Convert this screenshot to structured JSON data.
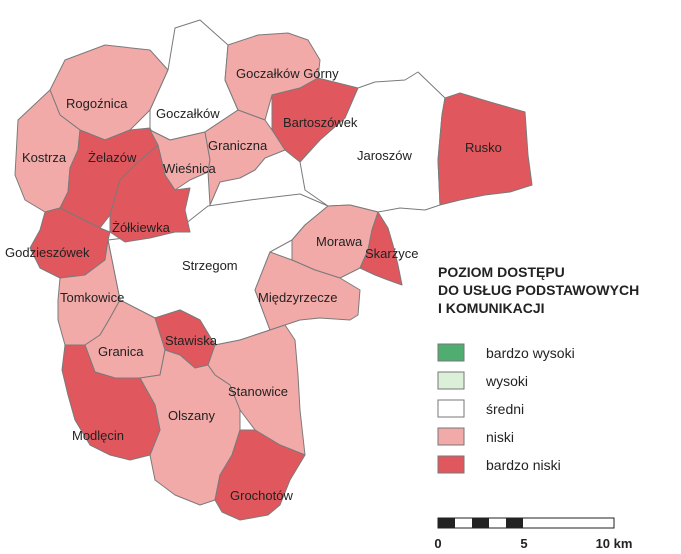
{
  "colors": {
    "bardzo_wysoki": "#4fad72",
    "wysoki": "#dcefd8",
    "sredni": "#ffffff",
    "niski": "#f2aaa8",
    "bardzo_niski": "#e0585e",
    "border": "#7a7a7a"
  },
  "regions": {
    "rogoznica": {
      "name": "Rogoźnica",
      "level": "niski"
    },
    "goczalkow": {
      "name": "Goczałków",
      "level": "sredni"
    },
    "goczalkow_gorny": {
      "name": "Goczałków Górny",
      "level": "niski"
    },
    "bartoszowek": {
      "name": "Bartoszówek",
      "level": "bardzo_niski"
    },
    "jaroszow": {
      "name": "Jaroszów",
      "level": "sredni"
    },
    "rusko": {
      "name": "Rusko",
      "level": "bardzo_niski"
    },
    "kostrza": {
      "name": "Kostrza",
      "level": "niski"
    },
    "zelazow": {
      "name": "Żelazów",
      "level": "bardzo_niski"
    },
    "wiesnica": {
      "name": "Wieśnica",
      "level": "niski"
    },
    "graniczna": {
      "name": "Graniczna",
      "level": "niski"
    },
    "zolkiewka": {
      "name": "Żółkiewka",
      "level": "bardzo_niski"
    },
    "godzieszowek": {
      "name": "Godzieszówek",
      "level": "bardzo_niski"
    },
    "strzegom": {
      "name": "Strzegom",
      "level": "sredni"
    },
    "morawa": {
      "name": "Morawa",
      "level": "niski"
    },
    "skarzyce": {
      "name": "Skarżyce",
      "level": "bardzo_niski"
    },
    "tomkowice": {
      "name": "Tomkowice",
      "level": "niski"
    },
    "miedzyrzecze": {
      "name": "Międzyrzecze",
      "level": "niski"
    },
    "stawiska": {
      "name": "Stawiska",
      "level": "bardzo_niski"
    },
    "granica": {
      "name": "Granica",
      "level": "niski"
    },
    "stanowice": {
      "name": "Stanowice",
      "level": "niski"
    },
    "olszany": {
      "name": "Olszany",
      "level": "niski"
    },
    "modlecin": {
      "name": "Modlęcin",
      "level": "bardzo_niski"
    },
    "grochotow": {
      "name": "Grochotów",
      "level": "bardzo_niski"
    }
  },
  "legend": {
    "title_lines": [
      "POZIOM DOSTĘPU",
      "DO USŁUG PODSTAWOWYCH",
      "I KOMUNIKACJI"
    ],
    "items": [
      {
        "key": "bardzo_wysoki",
        "label": "bardzo wysoki"
      },
      {
        "key": "wysoki",
        "label": "wysoki"
      },
      {
        "key": "sredni",
        "label": "średni"
      },
      {
        "key": "niski",
        "label": "niski"
      },
      {
        "key": "bardzo_niski",
        "label": "bardzo niski"
      }
    ]
  },
  "scale_bar": {
    "labels": [
      "0",
      "5",
      "10 km"
    ]
  }
}
